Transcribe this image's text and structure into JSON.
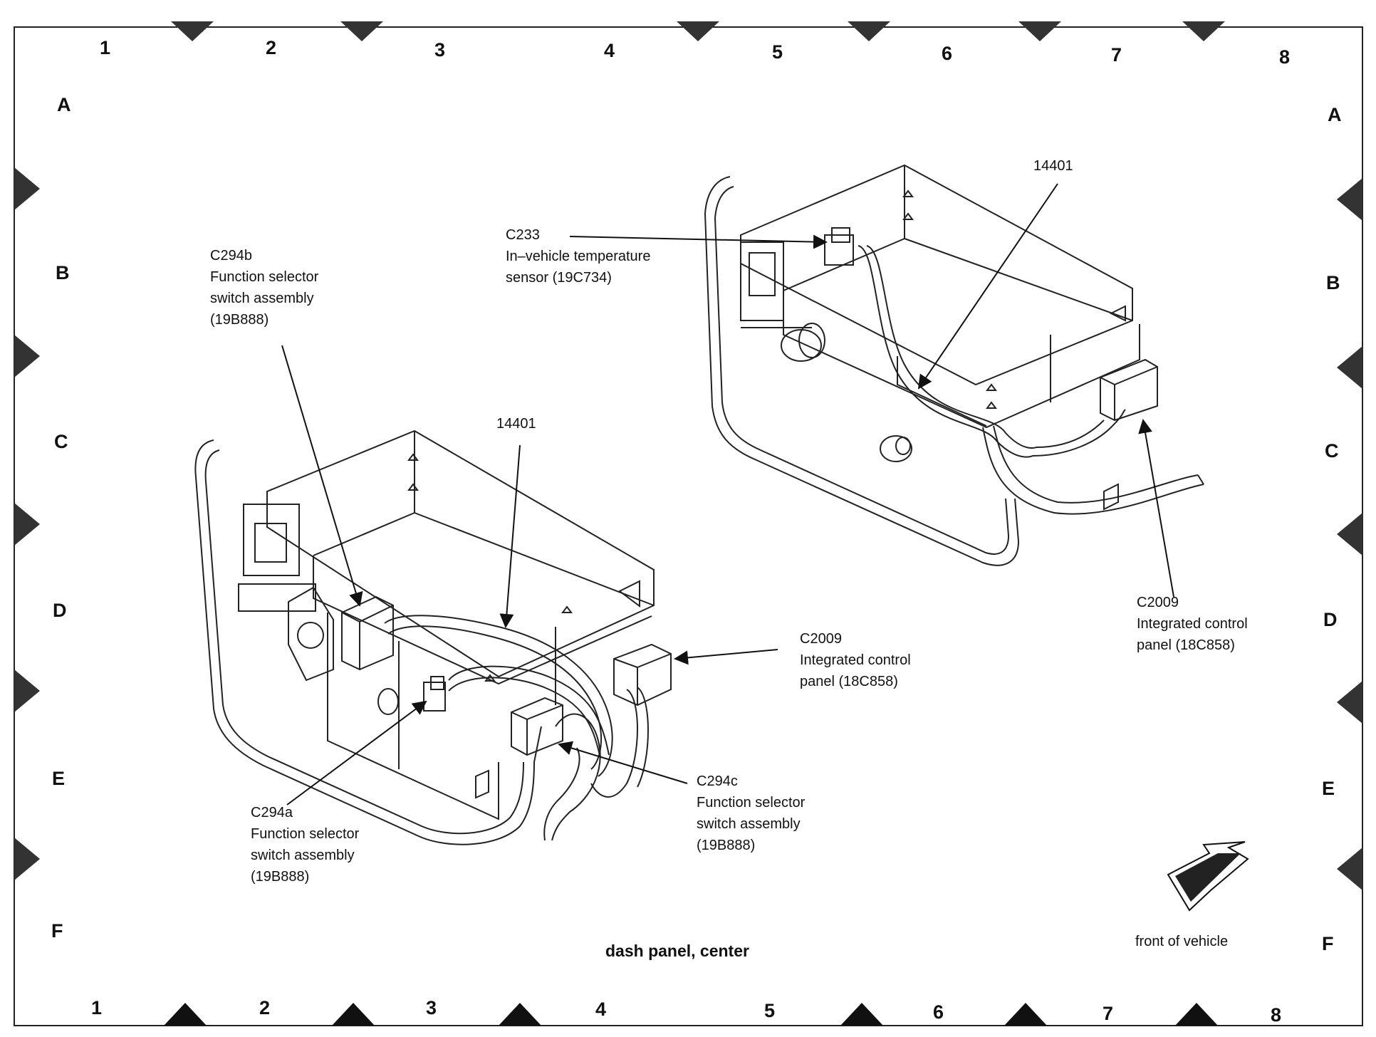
{
  "caption": "dash panel, center",
  "orientation_label": "front of vehicle",
  "grid": {
    "columns": [
      "1",
      "2",
      "3",
      "4",
      "5",
      "6",
      "7",
      "8"
    ],
    "rows": [
      "A",
      "B",
      "C",
      "D",
      "E",
      "F"
    ]
  },
  "callouts": {
    "c294b": {
      "code": "C294b",
      "line1": "Function selector",
      "line2": "switch assembly",
      "line3": "(19B888)"
    },
    "harness_left": {
      "code": "14401"
    },
    "c233": {
      "code": "C233",
      "line1": "In–vehicle temperature",
      "line2": "sensor (19C734)"
    },
    "harness_right": {
      "code": "14401"
    },
    "c2009_left": {
      "code": "C2009",
      "line1": "Integrated control",
      "line2": "panel (18C858)"
    },
    "c2009_right": {
      "code": "C2009",
      "line1": "Integrated control",
      "line2": "panel (18C858)"
    },
    "c294c": {
      "code": "C294c",
      "line1": "Function selector",
      "line2": "switch assembly",
      "line3": "(19B888)"
    },
    "c294a": {
      "code": "C294a",
      "line1": "Function selector",
      "line2": "switch assembly",
      "line3": "(19B888)"
    }
  }
}
